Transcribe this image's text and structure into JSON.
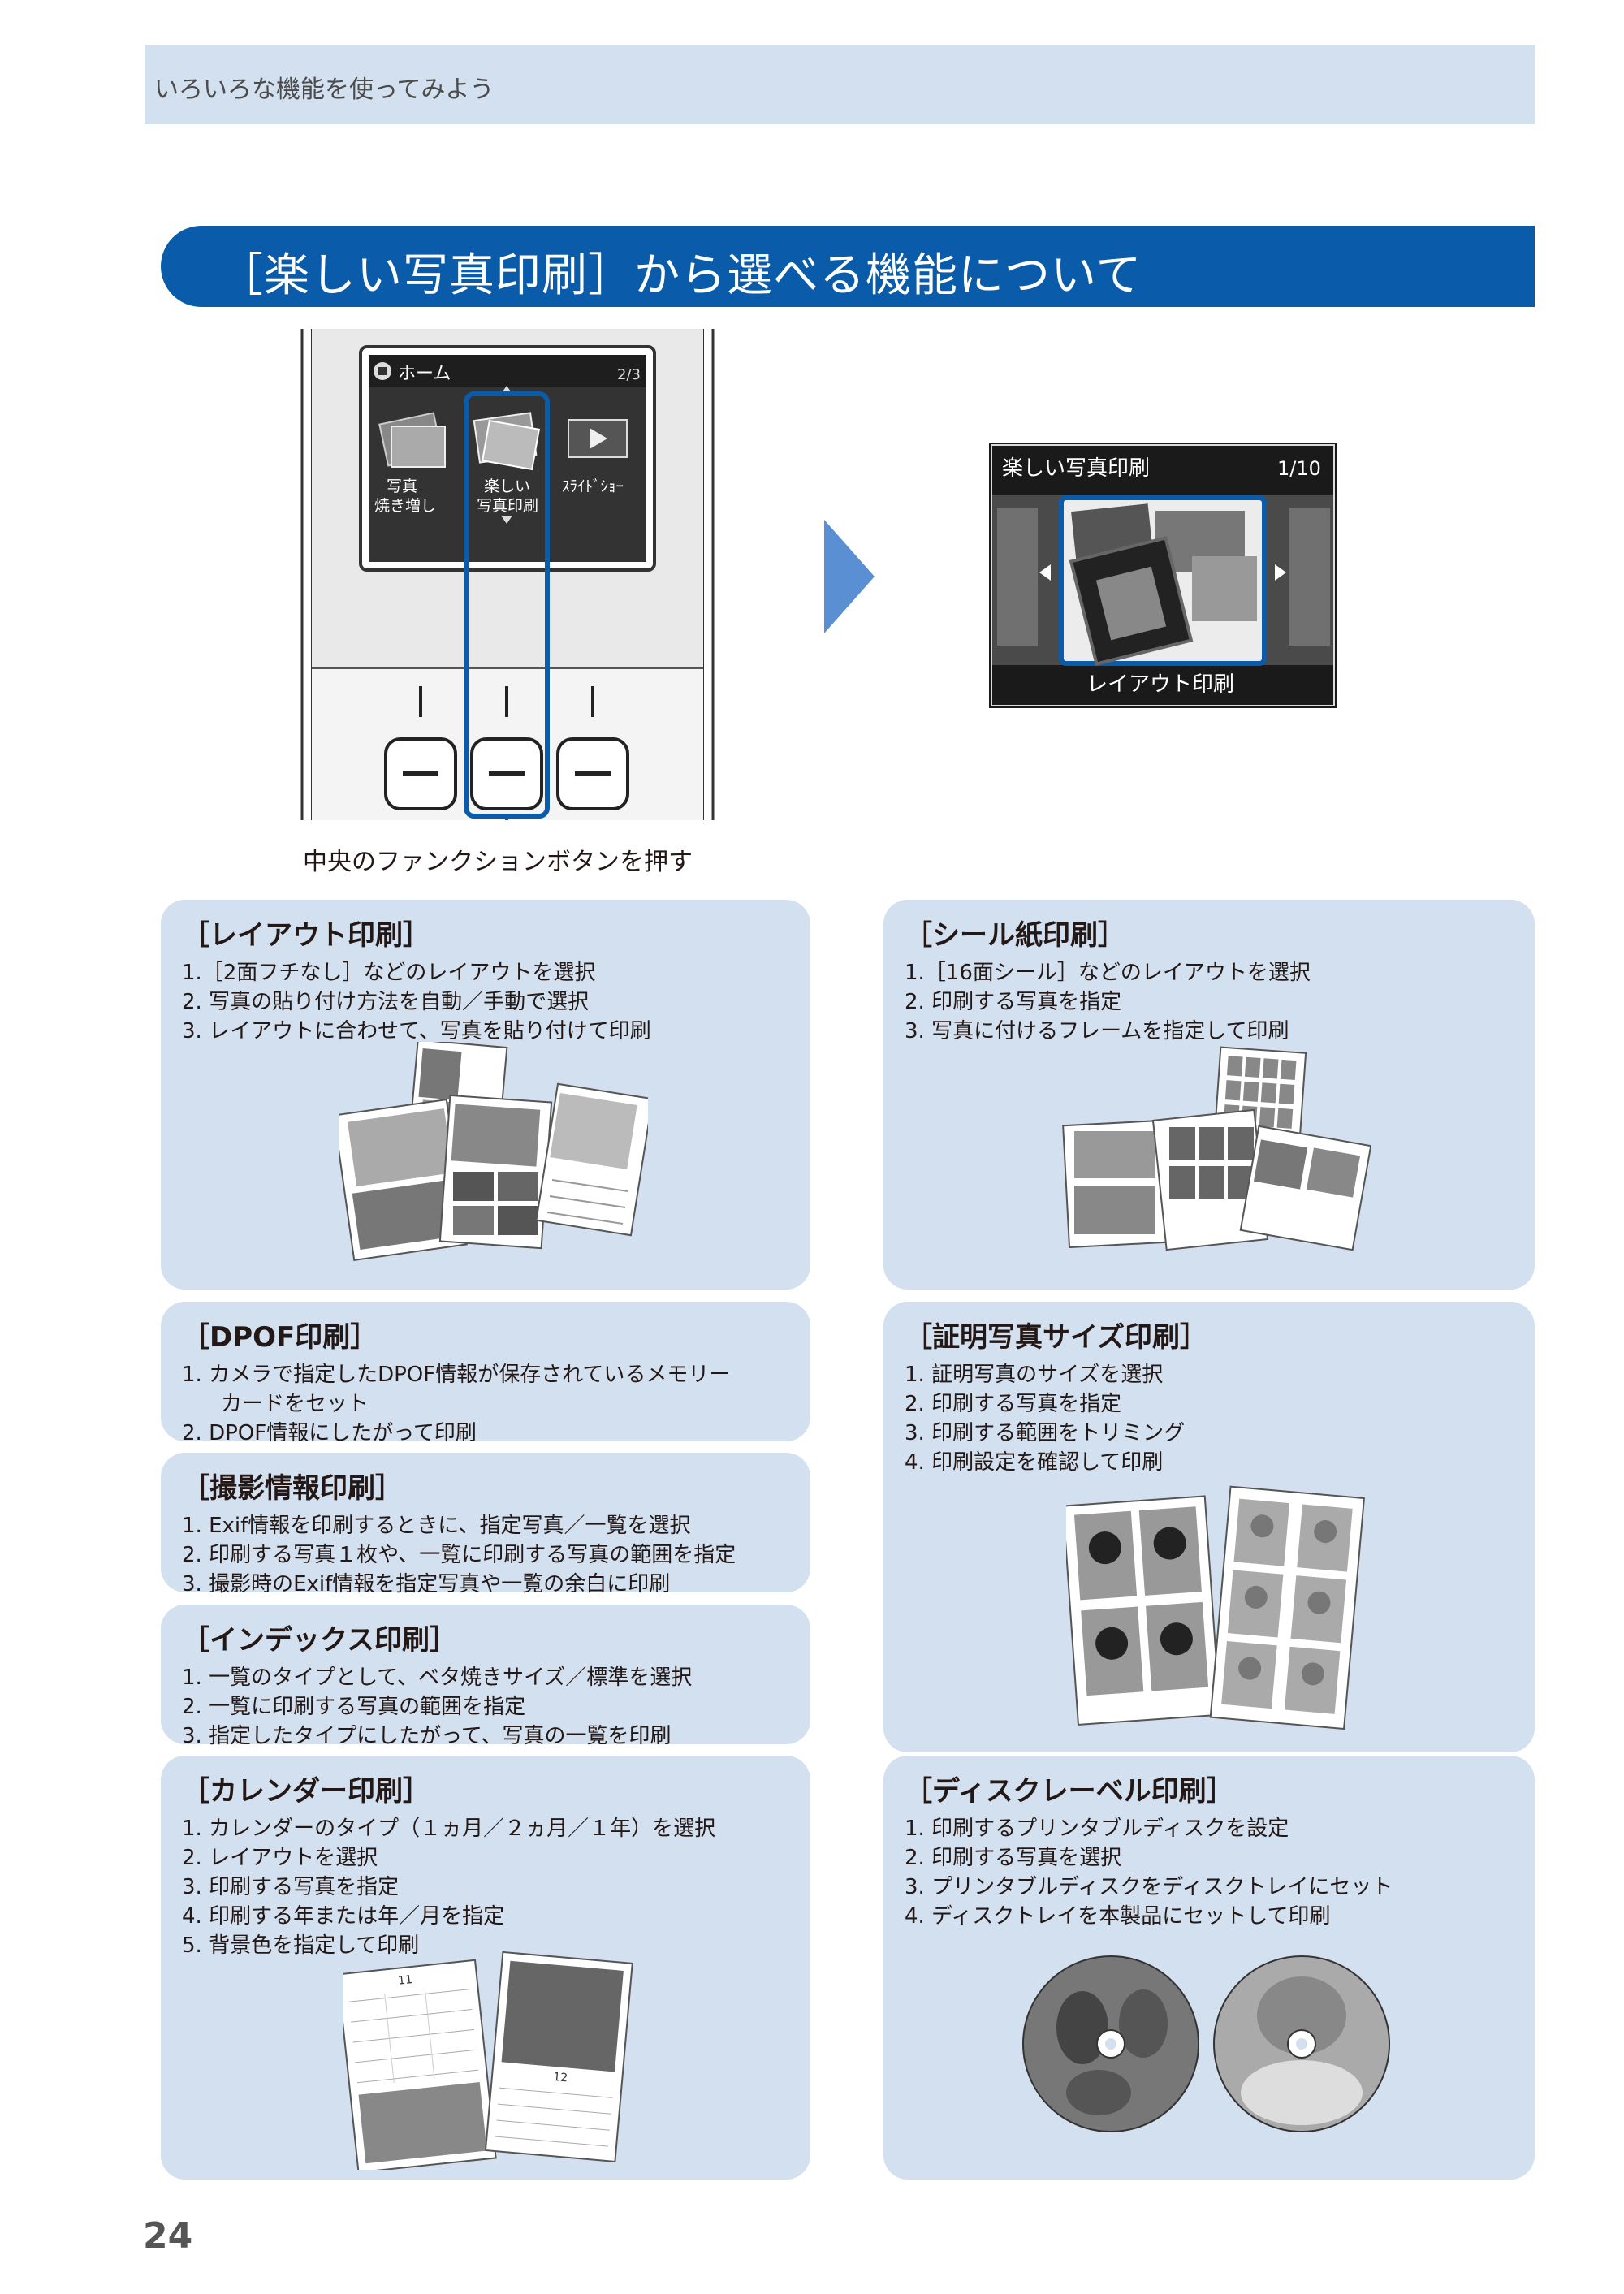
{
  "header": {
    "section": "いろいろな機能を使ってみよう"
  },
  "title": "［楽しい写真印刷］から選べる機能について",
  "device": {
    "home_label": "ホーム",
    "page_indicator": "2/3",
    "menu": [
      "写真\n焼き増し",
      "楽しい\n写真印刷",
      "ｽﾗｲﾄﾞｼｮｰ"
    ],
    "menu_lines": [
      [
        "写真",
        "焼き増し"
      ],
      [
        "楽しい",
        "写真印刷"
      ],
      [
        "ｽﾗｲﾄﾞｼｮｰ"
      ]
    ],
    "caption": "中央のファンクションボタンを押す"
  },
  "lcd": {
    "title": "楽しい写真印刷",
    "page": "1/10",
    "footer": "レイアウト印刷"
  },
  "cards": {
    "layout": {
      "title": "［レイアウト印刷］",
      "items": [
        "1.［2面フチなし］などのレイアウトを選択",
        "2. 写真の貼り付け方法を自動／手動で選択",
        "3. レイアウトに合わせて、写真を貼り付けて印刷"
      ]
    },
    "sticker": {
      "title": "［シール紙印刷］",
      "items": [
        "1.［16面シール］などのレイアウトを選択",
        "2. 印刷する写真を指定",
        "3. 写真に付けるフレームを指定して印刷"
      ]
    },
    "dpof": {
      "title": "［DPOF印刷］",
      "items": [
        "1. カメラで指定したDPOF情報が保存されているメモリー",
        "カードをセット",
        "2. DPOF情報にしたがって印刷"
      ]
    },
    "idphoto": {
      "title": "［証明写真サイズ印刷］",
      "items": [
        "1. 証明写真のサイズを選択",
        "2. 印刷する写真を指定",
        "3. 印刷する範囲をトリミング",
        "4. 印刷設定を確認して印刷"
      ]
    },
    "exif": {
      "title": "［撮影情報印刷］",
      "items": [
        "1. Exif情報を印刷するときに、指定写真／一覧を選択",
        "2. 印刷する写真１枚や、一覧に印刷する写真の範囲を指定",
        "3. 撮影時のExif情報を指定写真や一覧の余白に印刷"
      ]
    },
    "index": {
      "title": "［インデックス印刷］",
      "items": [
        "1. 一覧のタイプとして、ベタ焼きサイズ／標準を選択",
        "2. 一覧に印刷する写真の範囲を指定",
        "3. 指定したタイプにしたがって、写真の一覧を印刷"
      ]
    },
    "calendar": {
      "title": "［カレンダー印刷］",
      "items": [
        "1. カレンダーのタイプ（１ヵ月／２ヵ月／１年）を選択",
        "2. レイアウトを選択",
        "3. 印刷する写真を指定",
        "4. 印刷する年または年／月を指定",
        "5. 背景色を指定して印刷"
      ]
    },
    "disc": {
      "title": "［ディスクレーベル印刷］",
      "items": [
        "1. 印刷するプリンタブルディスクを設定",
        "2. 印刷する写真を選択",
        "3. プリンタブルディスクをディスクトレイにセット",
        "4. ディスクトレイを本製品にセットして印刷"
      ]
    }
  },
  "calendar_art": {
    "month_a": "11",
    "month_b": "12"
  },
  "page_number": "24"
}
